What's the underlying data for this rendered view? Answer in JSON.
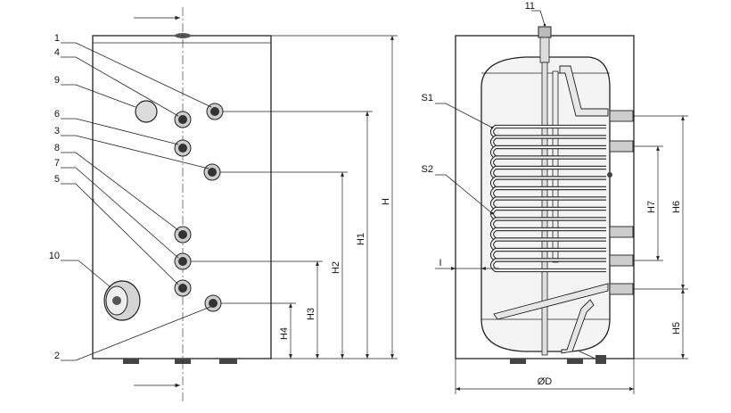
{
  "side_view": {
    "connection_labels": [
      "1",
      "4",
      "9",
      "6",
      "3",
      "8",
      "7",
      "5",
      "10",
      "2"
    ],
    "dimension_labels": {
      "h": "H",
      "h1": "H1",
      "h2": "H2",
      "h3": "H3",
      "h4": "H4"
    }
  },
  "section_view": {
    "top_label": "11",
    "coil_labels": {
      "s1": "S1",
      "s2": "S2"
    },
    "dimension_labels": {
      "h5": "H5",
      "h6": "H6",
      "h7": "H7",
      "i": "I",
      "d": "ØD"
    }
  }
}
